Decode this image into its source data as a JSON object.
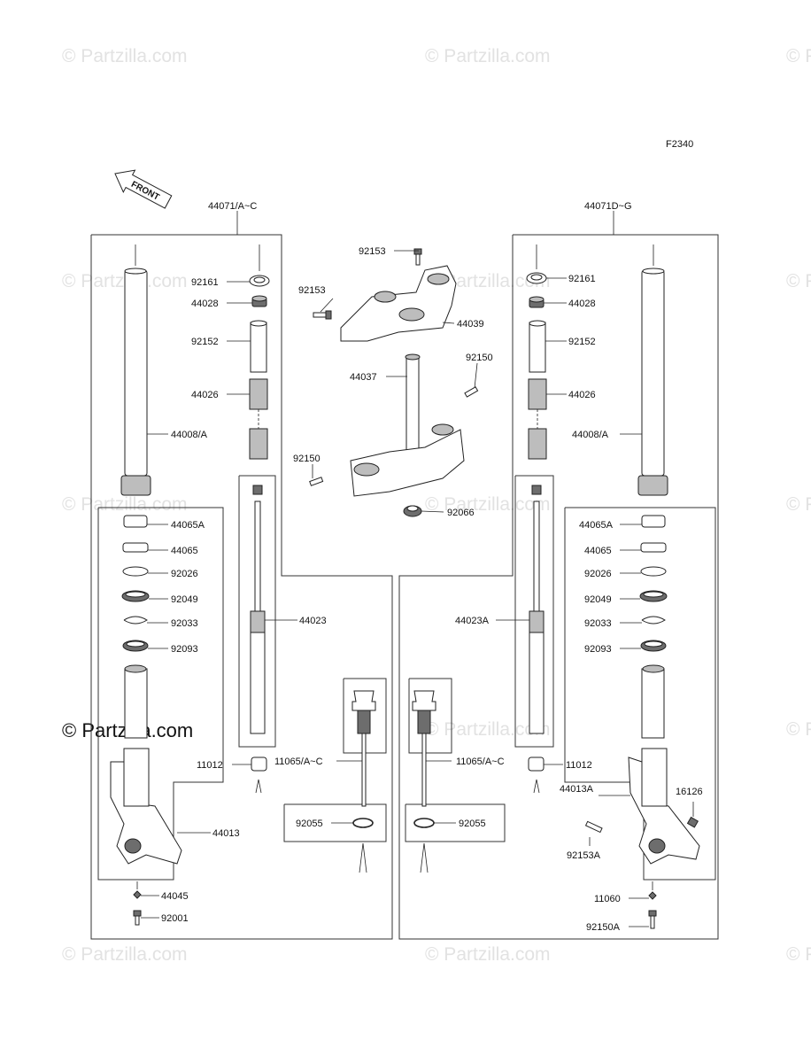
{
  "figure_code": "F2340",
  "front_arrow_text": "FRONT",
  "watermark_text": "© Partzilla.com",
  "assembly_left": "44071/A~C",
  "assembly_right": "44071D~G",
  "labels": {
    "p92153_top": "92153",
    "p92153_mid": "92153",
    "p44039": "44039",
    "p92150_top": "92150",
    "p44037": "44037",
    "p92150_left": "92150",
    "p92066": "92066",
    "l92161": "92161",
    "l44028": "44028",
    "l92152": "92152",
    "l44026": "44026",
    "l44008": "44008/A",
    "l44065A": "44065A",
    "l44065": "44065",
    "l92026": "92026",
    "l92049": "92049",
    "l92033": "92033",
    "l92093": "92093",
    "l44023": "44023",
    "l11012": "11012",
    "l11065": "11065/A~C",
    "l92055": "92055",
    "l44013": "44013",
    "l44045": "44045",
    "l92001": "92001",
    "r92161": "92161",
    "r44028": "44028",
    "r92152": "92152",
    "r44026": "44026",
    "r44008": "44008/A",
    "r44065A": "44065A",
    "r44065": "44065",
    "r92026": "92026",
    "r92049": "92049",
    "r92033": "92033",
    "r92093": "92093",
    "r44023A": "44023A",
    "r11065": "11065/A~C",
    "r11012": "11012",
    "r92055": "92055",
    "r44013A": "44013A",
    "r16126": "16126",
    "r92153A": "92153A",
    "r11060": "11060",
    "r92150A": "92150A"
  }
}
